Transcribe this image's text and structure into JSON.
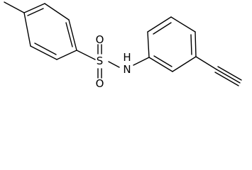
{
  "molecule": {
    "atoms": {
      "sulfur": "S",
      "oxygen_top": "O",
      "oxygen_bottom": "O",
      "nitrogen": "N",
      "hydrogen": "H"
    }
  },
  "colors": {
    "bond": "#000000",
    "background": "#ffffff"
  }
}
